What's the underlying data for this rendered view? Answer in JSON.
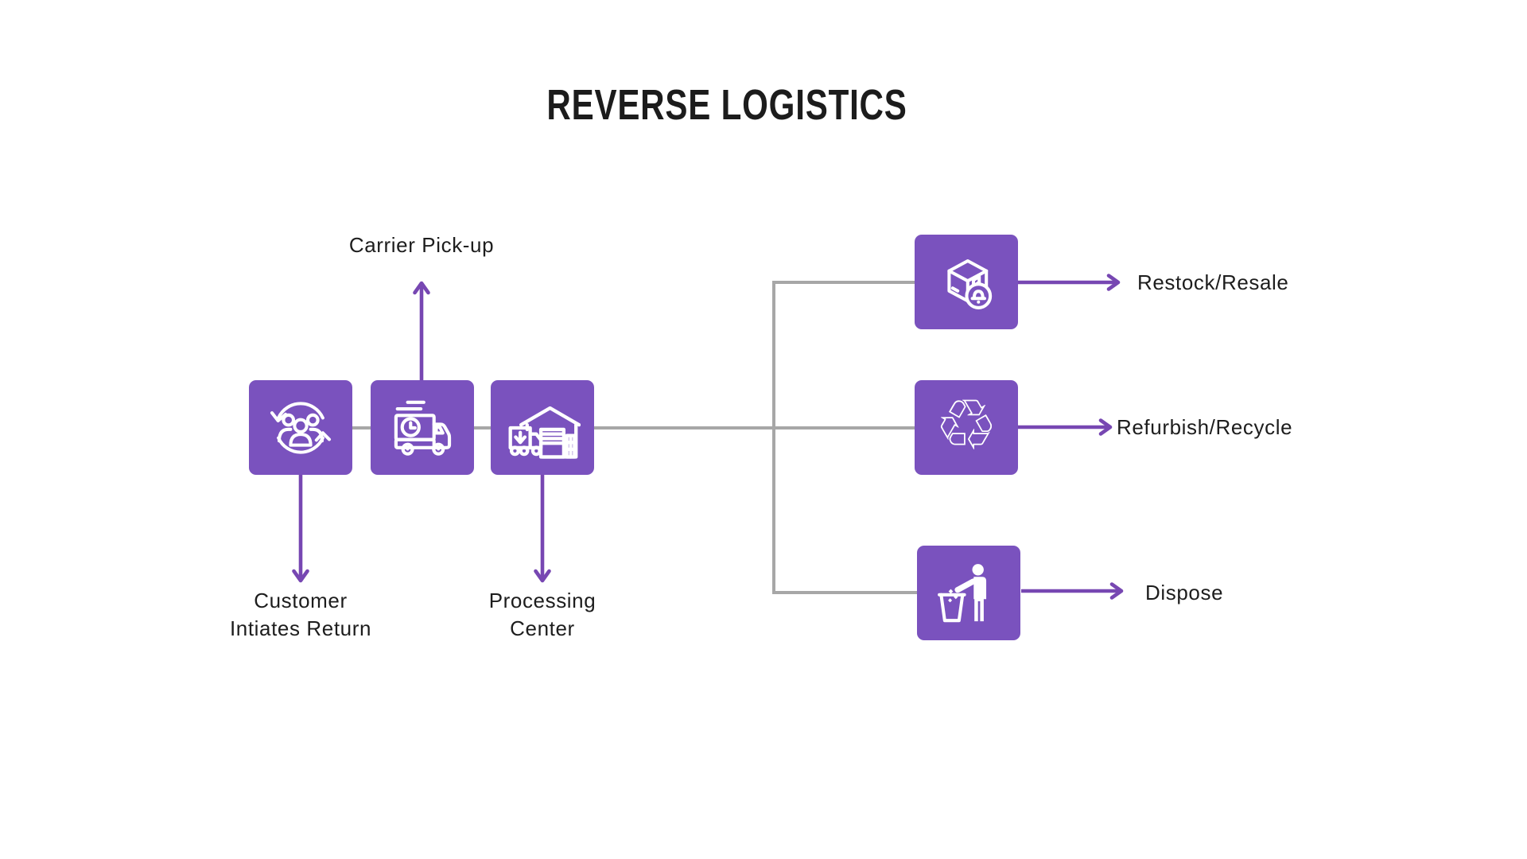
{
  "title": "REVERSE LOGISTICS",
  "colors": {
    "node_purple": "#7A52BE",
    "arrow_purple": "#7747B2",
    "line_gray": "#A7A7A7",
    "text_dark": "#1D1D1D"
  },
  "nodes": {
    "customer": {
      "icon": "customer-return-cycle-icon"
    },
    "carrier": {
      "icon": "delivery-truck-clock-icon"
    },
    "warehouse": {
      "icon": "warehouse-receiving-truck-icon"
    },
    "restock": {
      "icon": "package-bell-icon"
    },
    "recycle": {
      "icon": "recycle-symbol-icon",
      "glyph": "♲"
    },
    "dispose": {
      "icon": "person-trash-bin-icon"
    }
  },
  "labels": {
    "carrier_pickup": "Carrier Pick-up",
    "customer_line1": "Customer",
    "customer_line2": "Intiates Return",
    "processing_line1": "Processing",
    "processing_line2": "Center",
    "restock": "Restock/Resale",
    "refurbish": "Refurbish/Recycle",
    "dispose": "Dispose"
  }
}
